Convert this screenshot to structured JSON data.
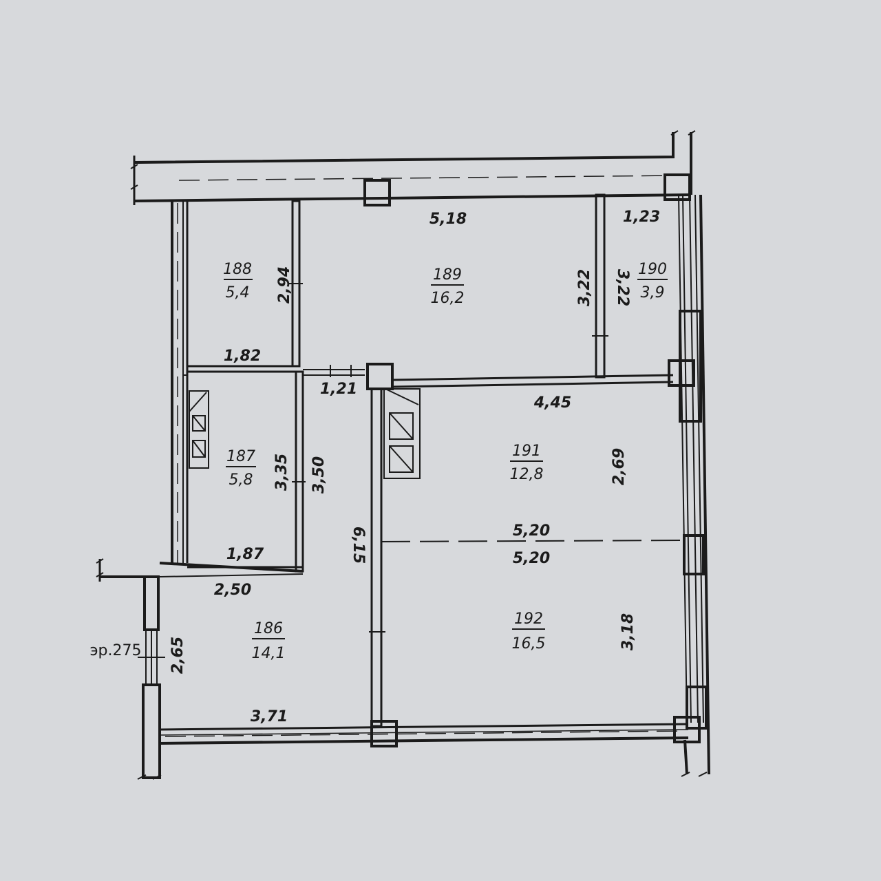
{
  "colors": {
    "ink": "#1b1b1b",
    "paper": "#d7d9dc"
  },
  "rooms": [
    {
      "id": "188",
      "number": "188",
      "area": "5,4"
    },
    {
      "id": "189",
      "number": "189",
      "area": "16,2"
    },
    {
      "id": "190",
      "number": "190",
      "area": "3,9"
    },
    {
      "id": "187",
      "number": "187",
      "area": "5,8"
    },
    {
      "id": "191",
      "number": "191",
      "area": "12,8"
    },
    {
      "id": "186",
      "number": "186",
      "area": "14,1"
    },
    {
      "id": "192",
      "number": "192",
      "area": "16,5"
    }
  ],
  "dimensions": {
    "d518": "5,18",
    "d123": "1,23",
    "d294": "2,94",
    "d182": "1,82",
    "d322a": "3,22",
    "d322b": "3,22",
    "d121": "1,21",
    "d445": "4,45",
    "d335": "3,35",
    "d350": "3,50",
    "d269": "2,69",
    "d520a": "5,20",
    "d520b": "5,20",
    "d615": "6,15",
    "d187": "1,87",
    "d250": "2,50",
    "d318": "3,18",
    "d265": "2,65",
    "d371": "3,71",
    "elevation": "эр.275"
  }
}
